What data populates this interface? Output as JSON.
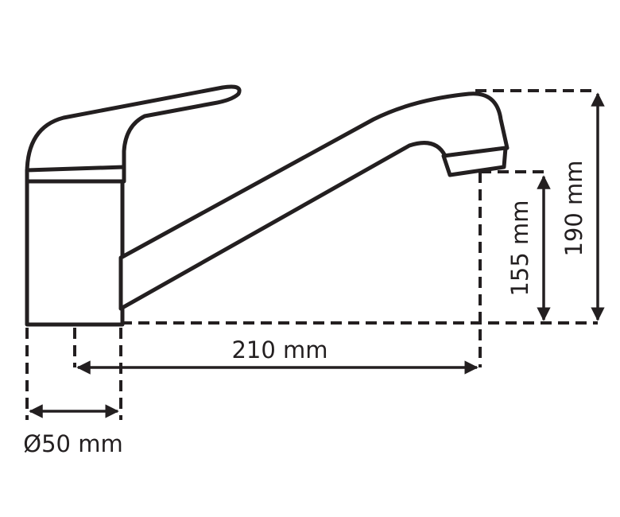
{
  "dimensions": {
    "width_label": "210 mm",
    "diameter_label": "Ø50 mm",
    "spout_height_label": "155 mm",
    "total_height_label": "190 mm"
  },
  "colors": {
    "ink": "#231f20",
    "background": "#ffffff"
  }
}
